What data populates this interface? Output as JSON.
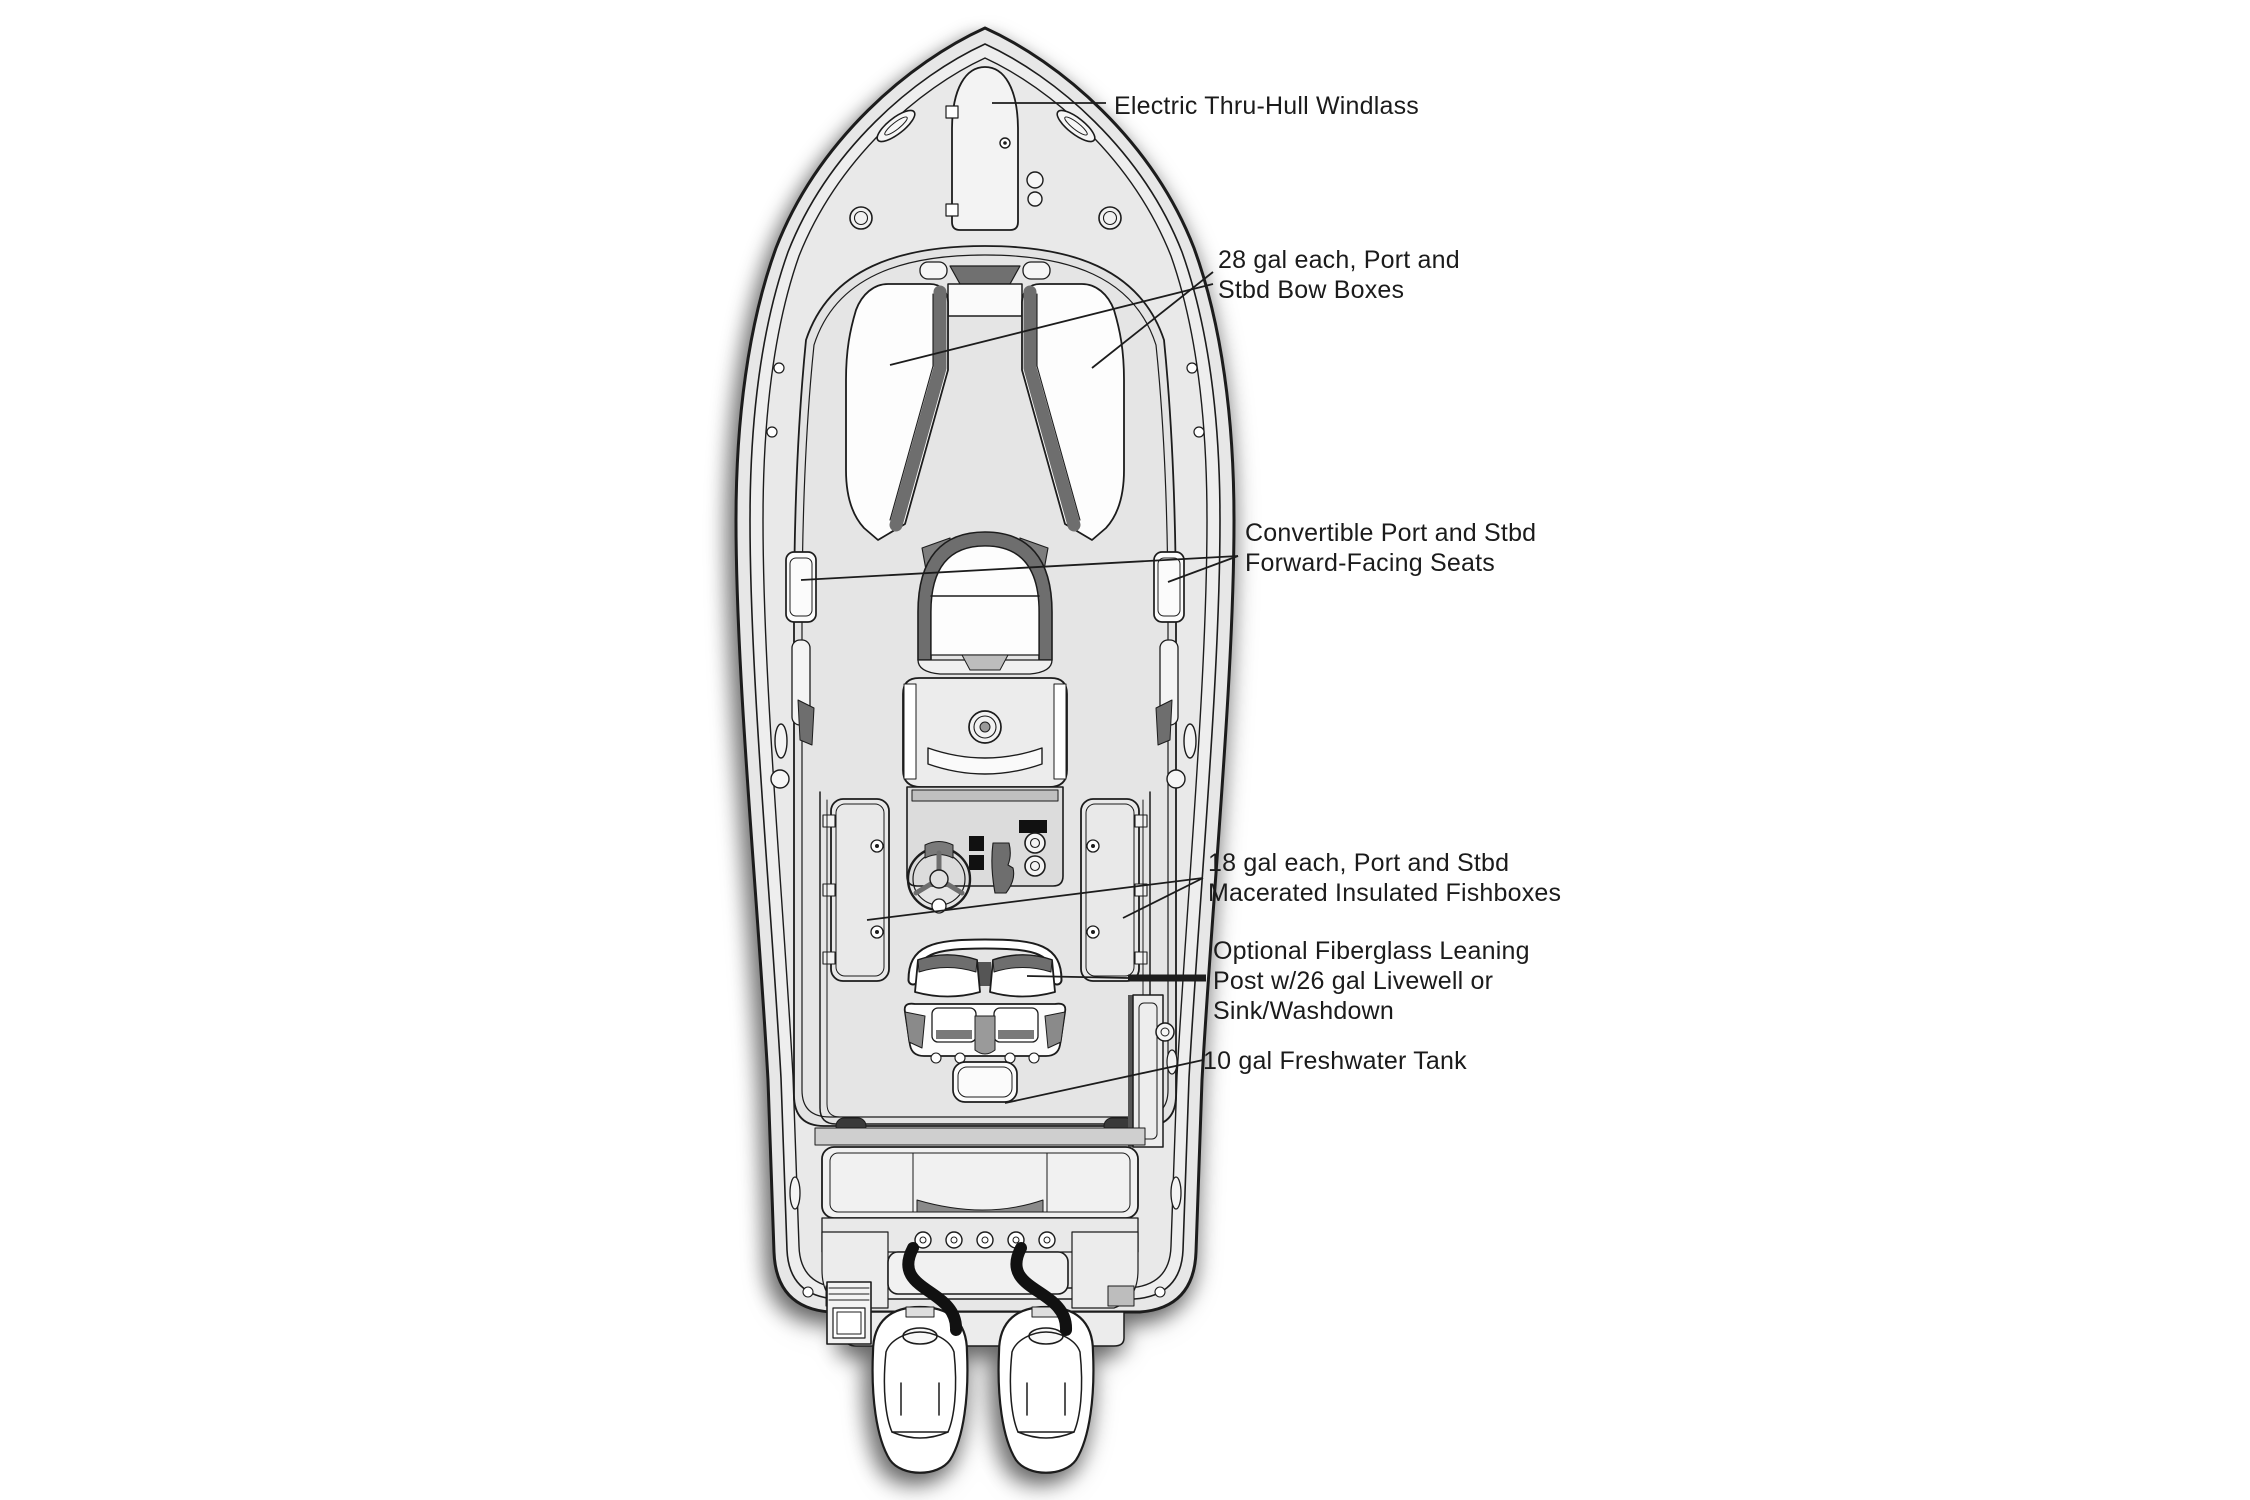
{
  "figure": {
    "type": "boat-deck-layout-diagram",
    "view": "top-down"
  },
  "callouts": [
    {
      "id": "windlass",
      "lines": [
        "Electric Thru-Hull Windlass"
      ]
    },
    {
      "id": "bow-boxes",
      "lines": [
        "28 gal each, Port and",
        "Stbd Bow Boxes"
      ]
    },
    {
      "id": "forward-seats",
      "lines": [
        "Convertible Port and Stbd",
        "Forward-Facing Seats"
      ]
    },
    {
      "id": "fishboxes",
      "lines": [
        "18 gal each, Port and Stbd",
        "Macerated Insulated Fishboxes"
      ]
    },
    {
      "id": "leaning-post",
      "lines": [
        "Optional Fiberglass Leaning",
        "Post w/26 gal Livewell or",
        "Sink/Washdown"
      ]
    },
    {
      "id": "freshwater",
      "lines": [
        "10 gal Freshwater Tank"
      ]
    }
  ],
  "colors": {
    "background": "#ffffff",
    "deck": "#e7e7e7",
    "liner": "#e2e2e2",
    "band_light": "#f0f0f0",
    "hatch_white": "#fbfbfb",
    "trim_dark": "#6e6e6e",
    "trim_mid": "#c4c4c4",
    "line": "#1c1c1c",
    "text": "#1b1b1b"
  }
}
